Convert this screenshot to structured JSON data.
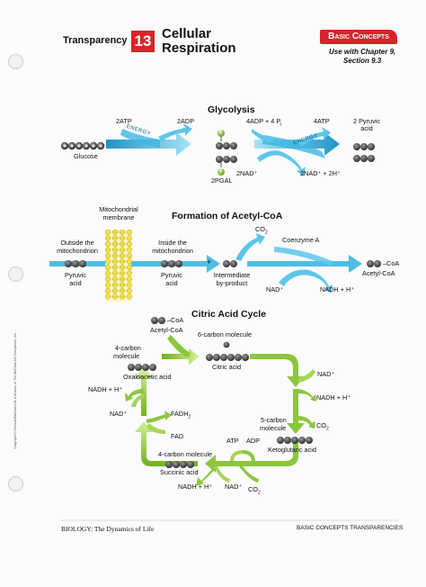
{
  "header": {
    "transparency_label": "Transparency",
    "transparency_number": "13",
    "title_line1": "Cellular",
    "title_line2": "Respiration",
    "badge": "Basic Concepts",
    "use_with_line1": "Use with Chapter 9,",
    "use_with_line2": "Section 9.3"
  },
  "side_copyright": "Copyright © Glencoe/McGraw-Hill, a division of The McGraw-Hill Companies, Inc.",
  "glycolysis": {
    "title": "Glycolysis",
    "atp_in": "2ATP",
    "adp_out": "2ADP",
    "energy_in": "ENERGY",
    "energy_out": "ENERGY",
    "adp_pi": "4ADP + 4 P",
    "pi_sub": "i",
    "atp_out": "4ATP",
    "pyruvic": "2 Pyruvic acid",
    "glucose": "Glucose",
    "p_symbol": "P",
    "pgal": "2PGAL",
    "nad_in": "2NAD⁺",
    "nadh_out": "2NAD⁺ + 2H⁺"
  },
  "acetyl": {
    "title": "Formation of Acetyl-CoA",
    "membrane_line1": "Mitochondrial",
    "membrane_line2": "membrane",
    "outside_line1": "Outside the",
    "outside_line2": "mitochondrion",
    "pyruvic_left_line1": "Pyruvic",
    "pyruvic_left_line2": "acid",
    "inside_line1": "Inside the",
    "inside_line2": "mitochondrion",
    "pyruvic_right_line1": "Pyruvic",
    "pyruvic_right_line2": "acid",
    "plus": "+",
    "intermediate_line1": "Intermediate",
    "intermediate_line2": "by-product",
    "co2": "CO",
    "co2_sub": "2",
    "coenzyme": "Coenzyme A",
    "nad": "NAD⁺",
    "nadh": "NADH + H⁺",
    "coa_tag": "–CoA",
    "acetyl_coa": "Acetyl-CoA"
  },
  "krebs": {
    "title": "Citric Acid Cycle",
    "coa_tag": "–CoA",
    "acetyl_coa": "Acetyl-CoA",
    "six_carbon": "6-carbon molecule",
    "citric_acid": "Citric acid",
    "four_carbon_top_line1": "4-carbon",
    "four_carbon_top_line2": "molecule",
    "oxaloacetic": "Oxaloacetic acid",
    "nadh_left": "NADH + H⁺",
    "nad_left": "NAD⁺",
    "fadh": "FADH",
    "fadh_sub": "2",
    "fad": "FAD",
    "four_carbon_bottom": "4-carbon molecule",
    "succinic": "Succinic acid",
    "nadh_bottom": "NADH + H⁺",
    "nad_bottom": "NAD⁺",
    "co2_bottom": "CO",
    "co2_bottom_sub": "2",
    "atp": "ATP",
    "adp": "ADP",
    "nad_right": "NAD⁺",
    "nadh_right": "NADH + H⁺",
    "five_carbon_line1": "5-carbon",
    "five_carbon_line2": "molecule",
    "ketoglutaric": "Ketoglutaric acid",
    "co2_right": "CO",
    "co2_right_sub": "2"
  },
  "footer": {
    "left": "BIOLOGY: The Dynamics of Life",
    "right": "BASIC CONCEPTS TRANSPARENCIES"
  },
  "colors": {
    "badge_red": "#d8232a",
    "cyan_arrow": "#3fb6e0",
    "green_arrow": "#7cbf22",
    "phosphate_green": "#8cc63f",
    "membrane_yellow": "#f2e34a",
    "molecule_dark": "#3a3a3a"
  }
}
